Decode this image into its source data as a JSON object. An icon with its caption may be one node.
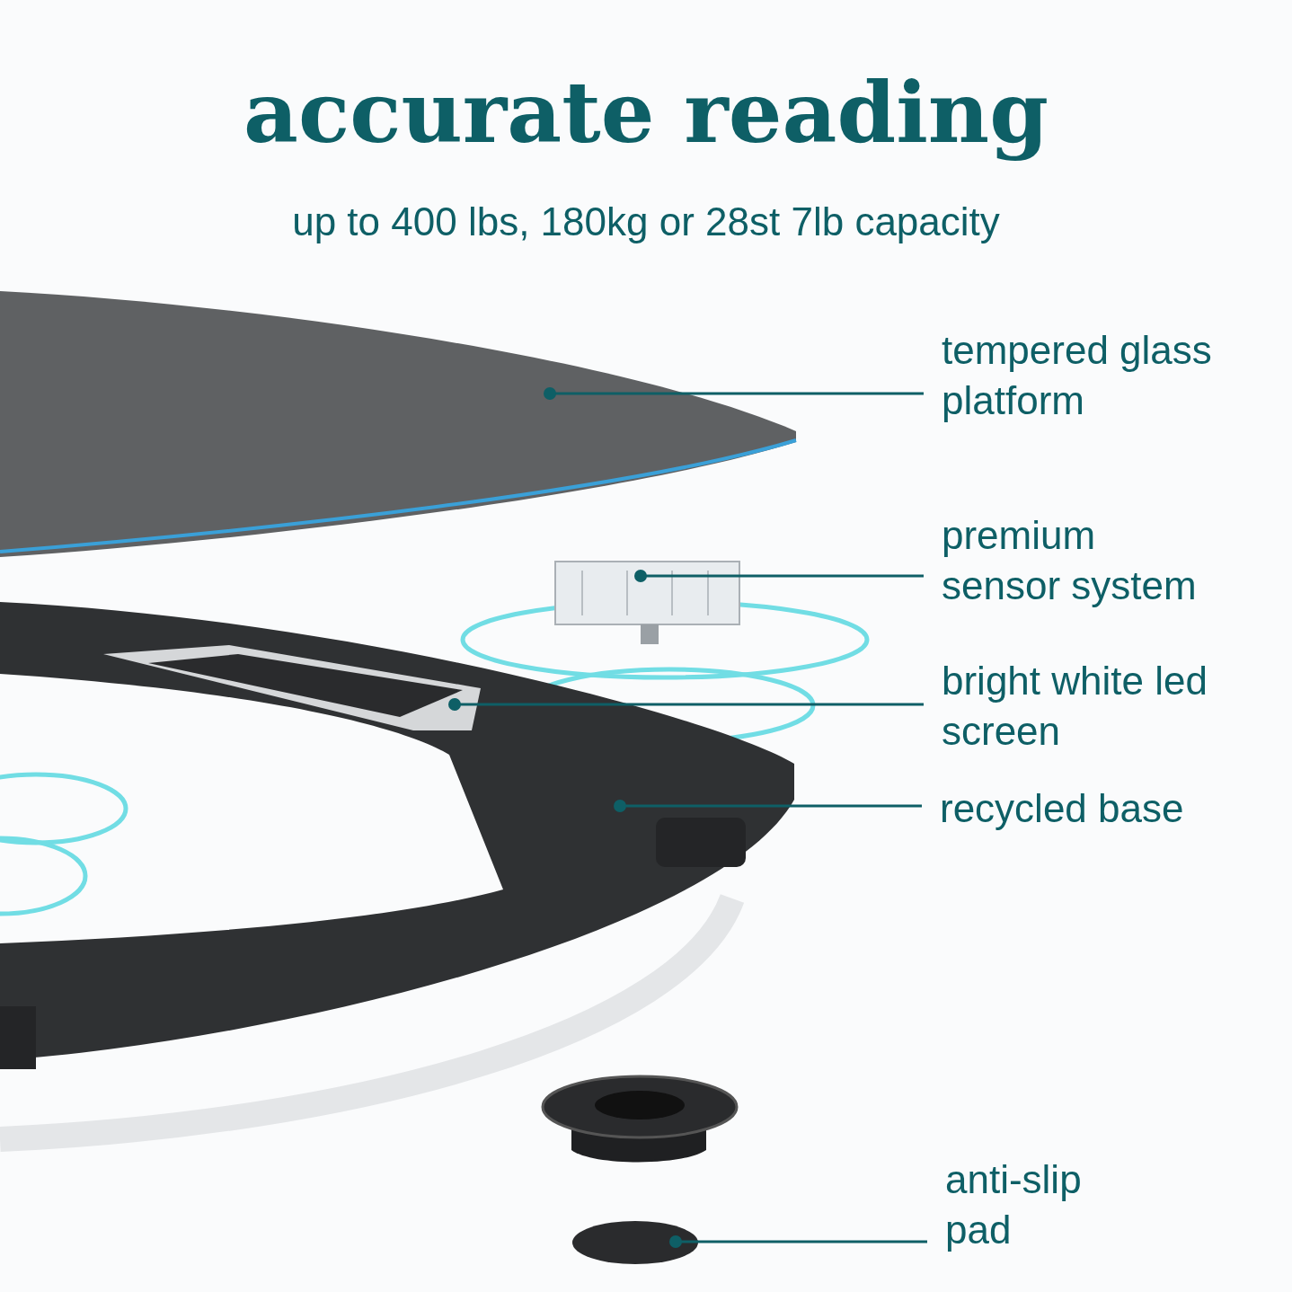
{
  "diagram": {
    "title": "accurate reading",
    "nodes": [
      {
        "text": [
          "tempered glass platform"
        ]
      },
      {
        "text": [
          "premium sensor system"
        ]
      },
      {
        "text": [
          "bright white led screen"
        ]
      },
      {
        "text": [
          "recycled base"
        ]
      },
      {
        "text": [
          "anti-slip pad"
        ]
      },
      {
        "text": [],
        "shape": "picture"
      },
      {
        "text": [],
        "shape": "picture"
      },
      {
        "text": [],
        "shape": "picture",
        "in": 8
      },
      {
        "text": [],
        "shape": "picture"
      },
      {
        "text": [],
        "shape": "picture"
      }
    ],
    "edges": [
      {
        "from": 0,
        "to": 5,
        "arrow": "other"
      },
      {
        "from": 1,
        "to": 6,
        "arrow": "other"
      },
      {
        "from": 2,
        "to": 7,
        "arrow": "other"
      },
      {
        "from": 3,
        "to": 8,
        "arrow": "other"
      },
      {
        "from": 4,
        "to": 9,
        "arrow": "other"
      }
    ],
    "labels": [
      "up to 400 lbs, 180kg or 28st 7lb capacity"
    ]
  }
}
